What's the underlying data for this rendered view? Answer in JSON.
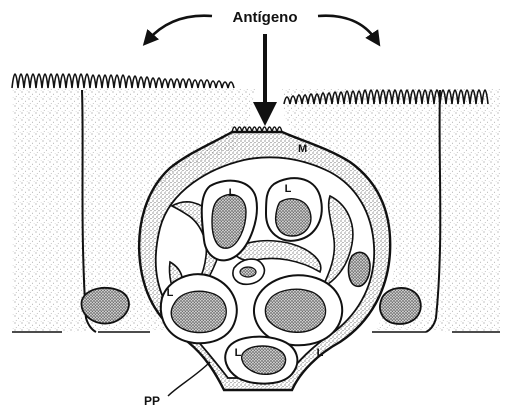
{
  "diagram": {
    "labels": {
      "antigen": "Antígeno",
      "m_cell": "M",
      "lymphocyte": "L",
      "pocket": "PP"
    },
    "colors": {
      "ink": "#111111",
      "paper": "#ffffff",
      "stipple": "#7a7a7a"
    }
  }
}
